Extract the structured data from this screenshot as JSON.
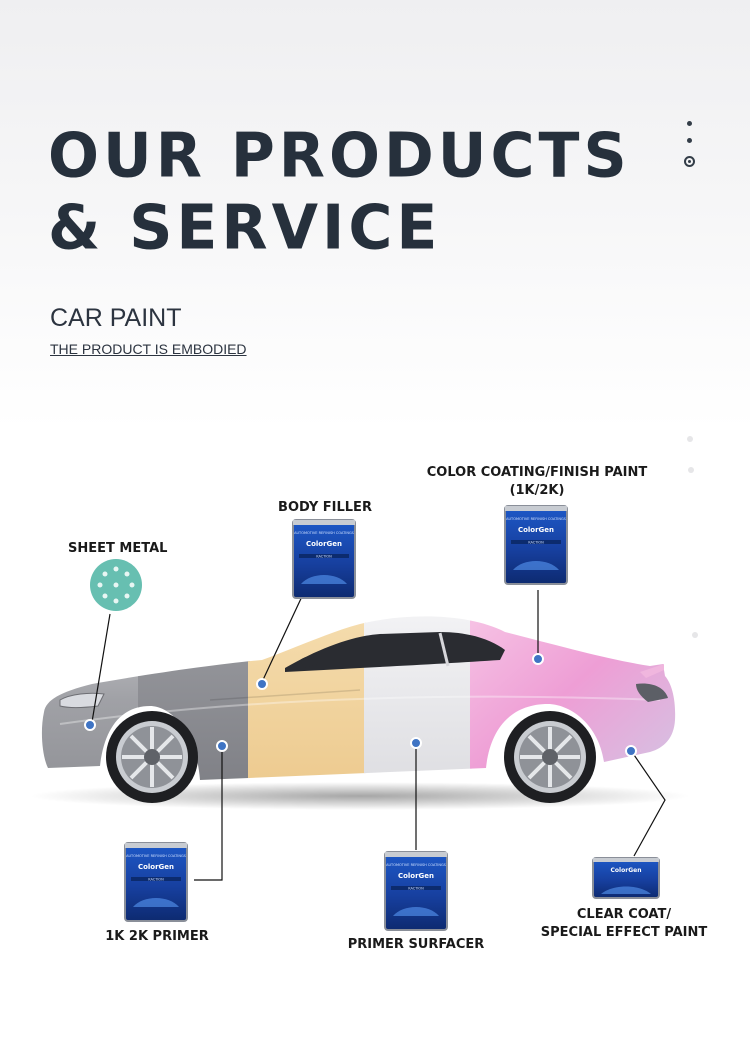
{
  "header": {
    "title_line1": "OUR PRODUCTS",
    "title_line2": "& SERVICE",
    "subtitle": "CAR PAINT",
    "tagline": "THE PRODUCT IS EMBODIED"
  },
  "products": {
    "sheet_metal": "SHEET METAL",
    "body_filler": "BODY FILLER",
    "color_coating_line1": "COLOR  COATING/FINISH PAINT",
    "color_coating_line2": "(1K/2K)",
    "primer": "1K 2K PRIMER",
    "primer_surfacer": "PRIMER SURFACER",
    "clear_coat_line1": "CLEAR COAT/",
    "clear_coat_line2": "SPECIAL EFFECT PAINT"
  },
  "can": {
    "brand": "ColorGen",
    "top_text": "AUTOMOTIVE REFINISH COATINGS",
    "product_text": "KACTION"
  },
  "colors": {
    "heading": "#26303c",
    "marker": "#3f74c4",
    "sanding_disc": "#67bfb1",
    "filler_panel": "#f2d6a0",
    "primer_panel": "#ececef",
    "pink_panel": "#f2a6da",
    "metal_body": "#a8a9ae"
  }
}
